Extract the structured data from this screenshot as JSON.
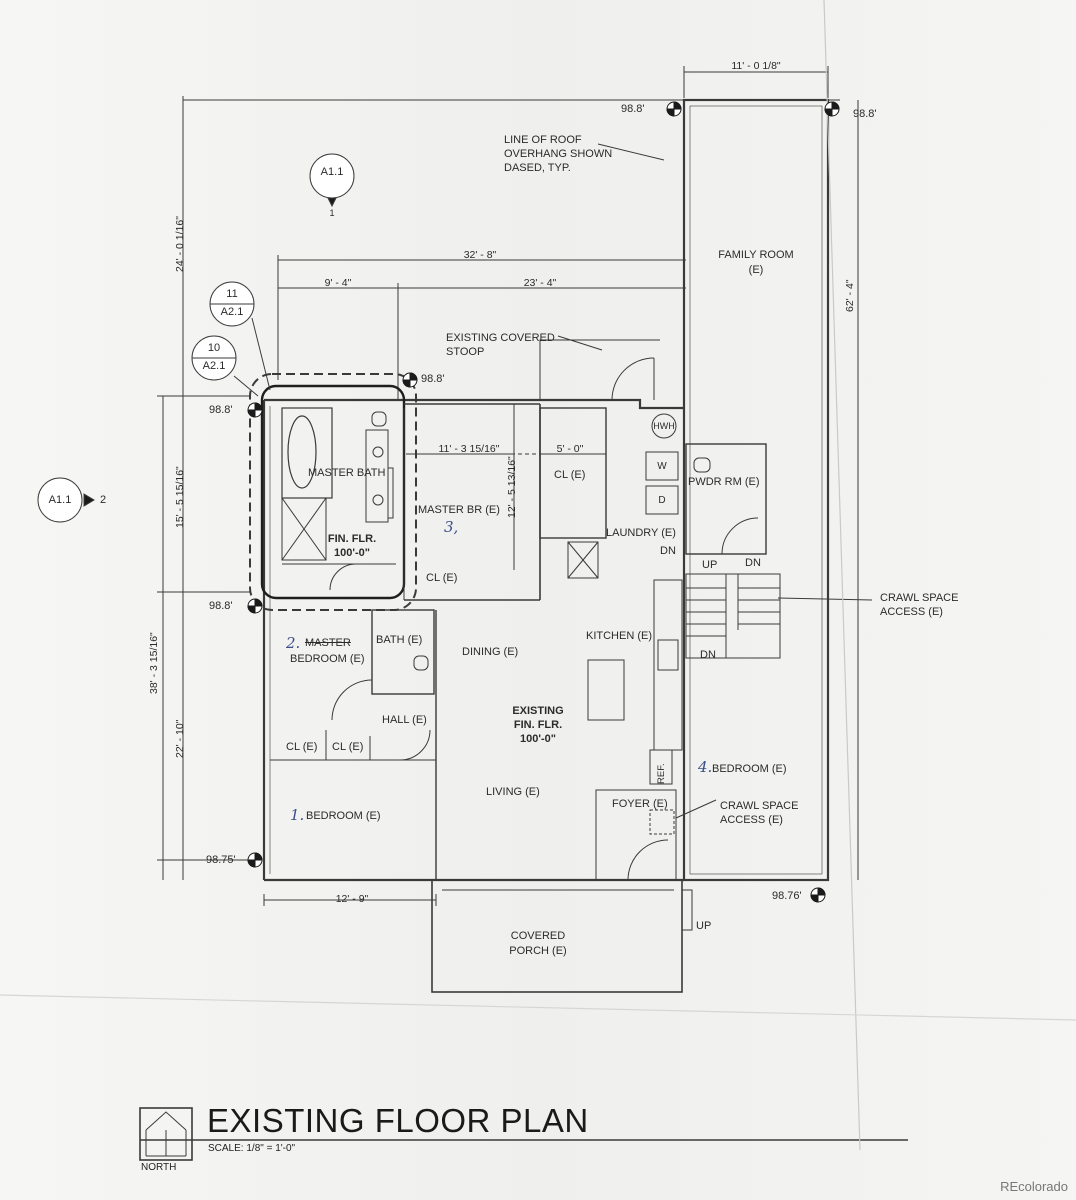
{
  "title": "EXISTING FLOOR PLAN",
  "scale": "SCALE:  1/8\" = 1'-0\"",
  "north_label": "NORTH",
  "credit": "REcolorado",
  "elevations": {
    "top_right_a": "98.8'",
    "top_right_b": "98.8'",
    "bath_top": "98.8'",
    "left_upper": "98.8'",
    "left_mid": "98.8'",
    "left_lower": "98.75'",
    "right_lower": "98.76'"
  },
  "section_tags": {
    "a11_top_num": "A1.1",
    "a11_top_sheet": "1",
    "a11_left_num": "A1.1",
    "a11_left_sheet": "2",
    "tag11_num": "11",
    "tag11_sheet": "A2.1",
    "tag10_num": "10",
    "tag10_sheet": "A2.1"
  },
  "dimensions": {
    "top_width": "11' - 0 1/8\"",
    "left_upper_vertical": "24' - 0 1/16\"",
    "overall": "32' - 8\"",
    "dim_9_4": "9' - 4\"",
    "dim_23_4": "23' - 4\"",
    "dim_11_3": "11' - 3 15/16\"",
    "dim_5_0": "5' - 0\"",
    "dim_12_5": "12' - 5 13/16\"",
    "dim_15_5": "15' - 5 15/16\"",
    "dim_38_3": "38' - 3 15/16\"",
    "dim_22_10": "22' - 10\"",
    "dim_62_4": "62' - 4\"",
    "dim_12_9": "12' - 9\""
  },
  "notes": {
    "roof_line_1": "LINE OF ROOF",
    "roof_line_2": "OVERHANG SHOWN",
    "roof_line_3": "DASED, TYP.",
    "stoop_1": "EXISTING COVERED",
    "stoop_2": "STOOP",
    "crawl_right_1": "CRAWL SPACE",
    "crawl_right_2": "ACCESS (E)",
    "crawl_foyer_1": "CRAWL SPACE",
    "crawl_foyer_2": "ACCESS (E)"
  },
  "rooms": {
    "family_room_1": "FAMILY ROOM",
    "family_room_2": "(E)",
    "master_bath": "MASTER BATH",
    "fin_flr_1": "FIN. FLR.",
    "fin_flr_2": "100'-0\"",
    "master_br": "MASTER BR (E)",
    "cl_master": "CL (E)",
    "laundry": "LAUNDRY (E)",
    "pwdr_rm": "PWDR RM (E)",
    "hwh": "HWH",
    "washer": "W",
    "dryer": "D",
    "cl_hall": "CL (E)",
    "bath": "BATH (E)",
    "bedroom2_hand": "2.",
    "bedroom2_struck": "MASTER",
    "bedroom2": "BEDROOM (E)",
    "dining": "DINING (E)",
    "kitchen": "KITCHEN (E)",
    "existing_1": "EXISTING",
    "existing_2": "FIN. FLR.",
    "existing_3": "100'-0\"",
    "hall": "HALL (E)",
    "cl_a": "CL (E)",
    "cl_b": "CL (E)",
    "bedroom1_hand": "1.",
    "bedroom1": "BEDROOM (E)",
    "living": "LIVING (E)",
    "foyer": "FOYER (E)",
    "bedroom4_hand": "4.",
    "bedroom4": "BEDROOM (E)",
    "ref": "REF.",
    "covered_porch_1": "COVERED",
    "covered_porch_2": "PORCH (E)",
    "master_hand": "3,"
  },
  "stairs": {
    "up_1": "UP",
    "dn_1": "DN",
    "dn_2": "DN",
    "dn_3": "DN",
    "up_porch": "UP"
  }
}
